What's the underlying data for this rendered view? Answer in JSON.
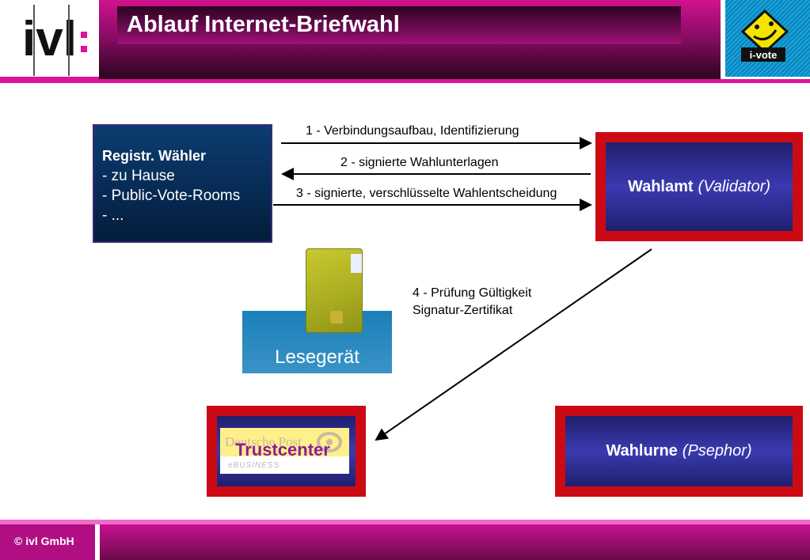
{
  "header": {
    "logo_text": "ivl",
    "title": "Ablauf Internet-Briefwahl",
    "badge_text": "i-vote"
  },
  "voter": {
    "title": "Registr. Wähler",
    "lines": [
      "- zu Hause",
      "- Public-Vote-Rooms",
      "- ..."
    ]
  },
  "arrows": {
    "step1": "1 - Verbindungsaufbau, Identifizierung",
    "step2": "2 - signierte Wahlunterlagen",
    "step3": "3 - signierte, verschlüsselte Wahlentscheidung",
    "step4_line1": "4 - Prüfung Gültigkeit",
    "step4_line2": "Signatur-Zertifikat"
  },
  "wahlamt": {
    "name": "Wahlamt",
    "role": "(Validator)"
  },
  "wahlurne": {
    "name": "Wahlurne",
    "role": "(Psephor)"
  },
  "trustcenter": {
    "label": "Trustcenter",
    "brand": "Deutsche Post",
    "subbrand": "eBUSINESS"
  },
  "reader": {
    "label": "Lesegerät"
  },
  "footer": {
    "copyright": "© ivl GmbH"
  },
  "colors": {
    "magenta": "#e0119a",
    "frame_red": "#cc0a14",
    "inner_blue": "#2a2a8c",
    "voter_blue": "#062a52",
    "reader_blue": "#1b7fb9"
  }
}
